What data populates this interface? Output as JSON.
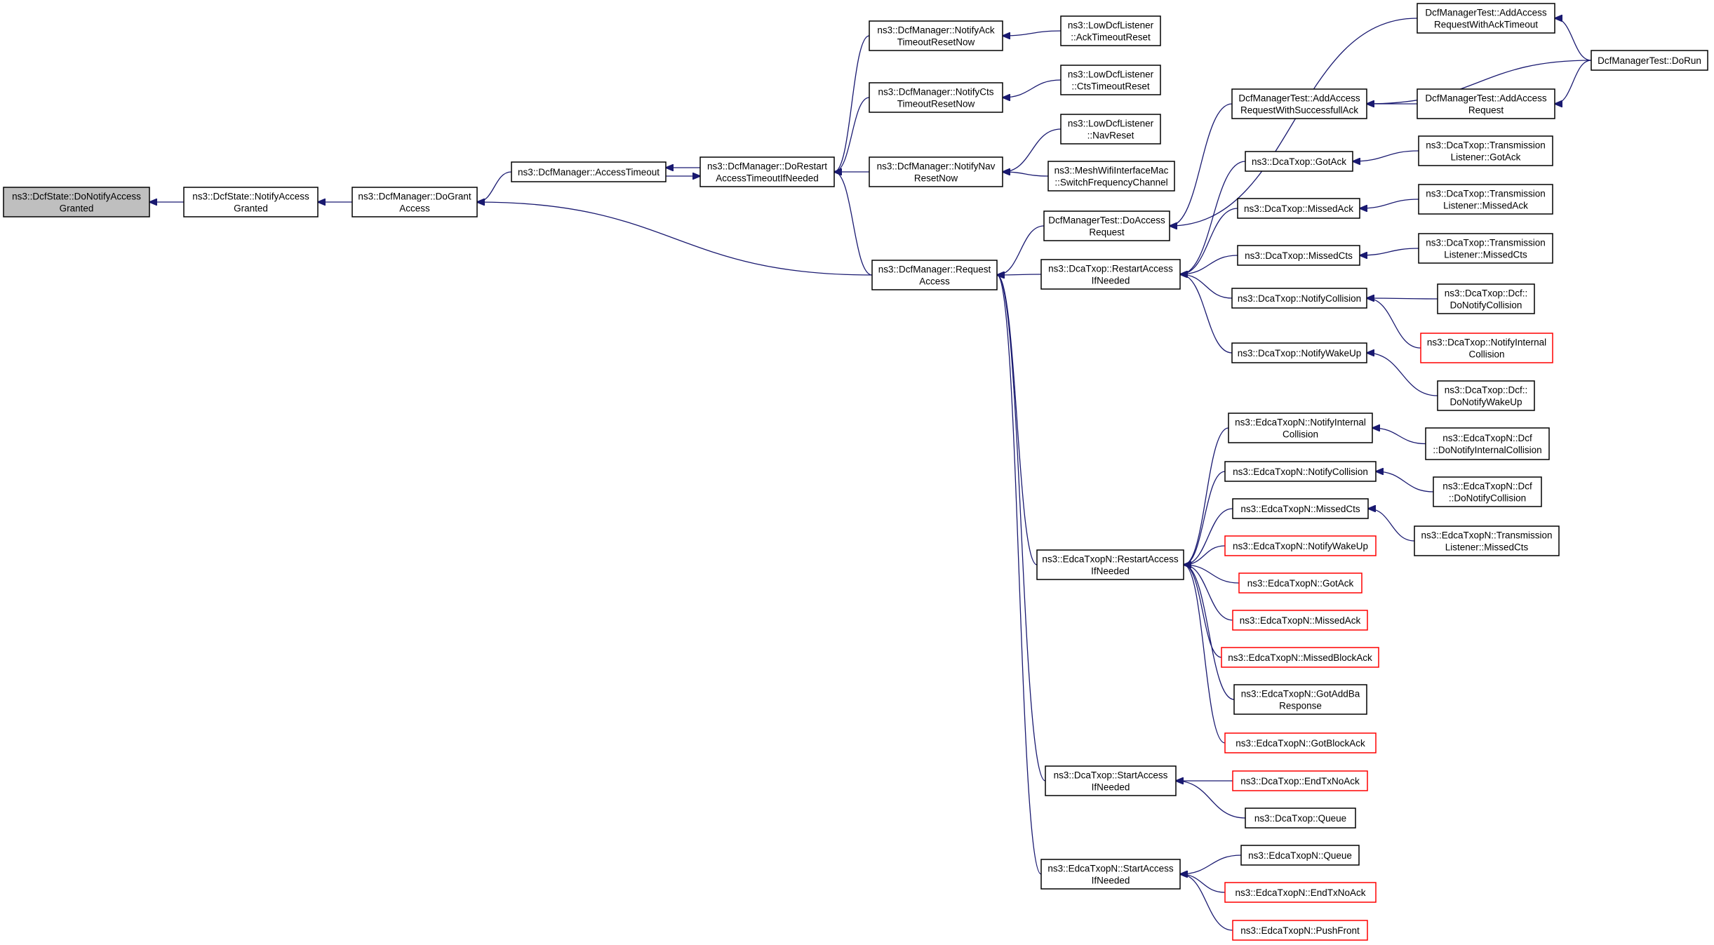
{
  "nodes": [
    {
      "id": "dcfstate_donotify",
      "lines": [
        "ns3::DcfState::DoNotifyAccess",
        "Granted"
      ],
      "style": "root"
    },
    {
      "id": "dcfstate_notify",
      "lines": [
        "ns3::DcfState::NotifyAccess",
        "Granted"
      ]
    },
    {
      "id": "dcfmanager_dogrant",
      "lines": [
        "ns3::DcfManager::DoGrant",
        "Access"
      ]
    },
    {
      "id": "dcfmanager_accesstimeout",
      "lines": [
        "ns3::DcfManager::AccessTimeout"
      ]
    },
    {
      "id": "dcfmanager_dorestart",
      "lines": [
        "ns3::DcfManager::DoRestart",
        "AccessTimeoutIfNeeded"
      ]
    },
    {
      "id": "dcfmanager_notifyack",
      "lines": [
        "ns3::DcfManager::NotifyAck",
        "TimeoutResetNow"
      ]
    },
    {
      "id": "dcfmanager_notifycts",
      "lines": [
        "ns3::DcfManager::NotifyCts",
        "TimeoutResetNow"
      ]
    },
    {
      "id": "dcfmanager_notifynav",
      "lines": [
        "ns3::DcfManager::NotifyNav",
        "ResetNow"
      ]
    },
    {
      "id": "dcfmanager_requestaccess",
      "lines": [
        "ns3::DcfManager::Request",
        "Access"
      ]
    },
    {
      "id": "lowdcf_ack",
      "lines": [
        "ns3::LowDcfListener",
        "::AckTimeoutReset"
      ]
    },
    {
      "id": "lowdcf_cts",
      "lines": [
        "ns3::LowDcfListener",
        "::CtsTimeoutReset"
      ]
    },
    {
      "id": "lowdcf_nav",
      "lines": [
        "ns3::LowDcfListener",
        "::NavReset"
      ]
    },
    {
      "id": "meshwifi_switch",
      "lines": [
        "ns3::MeshWifiInterfaceMac",
        "::SwitchFrequencyChannel"
      ]
    },
    {
      "id": "dcftest_doaccess",
      "lines": [
        "DcfManagerTest::DoAccess",
        "Request"
      ]
    },
    {
      "id": "dcftest_addsuccess",
      "lines": [
        "DcfManagerTest::AddAccess",
        "RequestWithSuccessfullAck"
      ]
    },
    {
      "id": "dcftest_addtimeout",
      "lines": [
        "DcfManagerTest::AddAccess",
        "RequestWithAckTimeout"
      ]
    },
    {
      "id": "dcftest_addrequest",
      "lines": [
        "DcfManagerTest::AddAccess",
        "Request"
      ]
    },
    {
      "id": "dcftest_dorun",
      "lines": [
        "DcfManagerTest::DoRun"
      ]
    },
    {
      "id": "dcatxop_restart",
      "lines": [
        "ns3::DcaTxop::RestartAccess",
        "IfNeeded"
      ]
    },
    {
      "id": "dcatxop_gotack",
      "lines": [
        "ns3::DcaTxop::GotAck"
      ]
    },
    {
      "id": "dcatxop_missedack",
      "lines": [
        "ns3::DcaTxop::MissedAck"
      ]
    },
    {
      "id": "dcatxop_missedcts",
      "lines": [
        "ns3::DcaTxop::MissedCts"
      ]
    },
    {
      "id": "dcatxop_notifycollision",
      "lines": [
        "ns3::DcaTxop::NotifyCollision"
      ]
    },
    {
      "id": "dcatxop_notifywakeup",
      "lines": [
        "ns3::DcaTxop::NotifyWakeUp"
      ]
    },
    {
      "id": "dcatxop_tl_gotack",
      "lines": [
        "ns3::DcaTxop::Transmission",
        "Listener::GotAck"
      ]
    },
    {
      "id": "dcatxop_tl_missedack",
      "lines": [
        "ns3::DcaTxop::Transmission",
        "Listener::MissedAck"
      ]
    },
    {
      "id": "dcatxop_tl_missedcts",
      "lines": [
        "ns3::DcaTxop::Transmission",
        "Listener::MissedCts"
      ]
    },
    {
      "id": "dcatxop_dcf_donotifycollision",
      "lines": [
        "ns3::DcaTxop::Dcf::",
        "DoNotifyCollision"
      ]
    },
    {
      "id": "dcatxop_notifyinternal",
      "lines": [
        "ns3::DcaTxop::NotifyInternal",
        "Collision"
      ],
      "style": "trunc"
    },
    {
      "id": "dcatxop_dcf_donotifywakeup",
      "lines": [
        "ns3::DcaTxop::Dcf::",
        "DoNotifyWakeUp"
      ]
    },
    {
      "id": "edca_notifyinternal",
      "lines": [
        "ns3::EdcaTxopN::NotifyInternal",
        "Collision"
      ]
    },
    {
      "id": "edca_notifycollision",
      "lines": [
        "ns3::EdcaTxopN::NotifyCollision"
      ]
    },
    {
      "id": "edca_missedcts",
      "lines": [
        "ns3::EdcaTxopN::MissedCts"
      ]
    },
    {
      "id": "edca_notifywakeup",
      "lines": [
        "ns3::EdcaTxopN::NotifyWakeUp"
      ],
      "style": "trunc"
    },
    {
      "id": "edca_gotack",
      "lines": [
        "ns3::EdcaTxopN::GotAck"
      ],
      "style": "trunc"
    },
    {
      "id": "edca_missedack",
      "lines": [
        "ns3::EdcaTxopN::MissedAck"
      ],
      "style": "trunc"
    },
    {
      "id": "edca_missedblockack",
      "lines": [
        "ns3::EdcaTxopN::MissedBlockAck"
      ],
      "style": "trunc"
    },
    {
      "id": "edca_gotaddba",
      "lines": [
        "ns3::EdcaTxopN::GotAddBa",
        "Response"
      ]
    },
    {
      "id": "edca_gotblockack",
      "lines": [
        "ns3::EdcaTxopN::GotBlockAck"
      ],
      "style": "trunc"
    },
    {
      "id": "edca_restart",
      "lines": [
        "ns3::EdcaTxopN::RestartAccess",
        "IfNeeded"
      ]
    },
    {
      "id": "edca_dcf_donotifyinternal",
      "lines": [
        "ns3::EdcaTxopN::Dcf",
        "::DoNotifyInternalCollision"
      ]
    },
    {
      "id": "edca_dcf_donotifycollision",
      "lines": [
        "ns3::EdcaTxopN::Dcf",
        "::DoNotifyCollision"
      ]
    },
    {
      "id": "edca_tl_missedcts",
      "lines": [
        "ns3::EdcaTxopN::Transmission",
        "Listener::MissedCts"
      ]
    },
    {
      "id": "dcatxop_startaccess",
      "lines": [
        "ns3::DcaTxop::StartAccess",
        "IfNeeded"
      ]
    },
    {
      "id": "dcatxop_endtxnoack",
      "lines": [
        "ns3::DcaTxop::EndTxNoAck"
      ],
      "style": "trunc"
    },
    {
      "id": "dcatxop_queue",
      "lines": [
        "ns3::DcaTxop::Queue"
      ]
    },
    {
      "id": "edca_startaccess",
      "lines": [
        "ns3::EdcaTxopN::StartAccess",
        "IfNeeded"
      ]
    },
    {
      "id": "edca_queue",
      "lines": [
        "ns3::EdcaTxopN::Queue"
      ]
    },
    {
      "id": "edca_endtxnoack",
      "lines": [
        "ns3::EdcaTxopN::EndTxNoAck"
      ],
      "style": "trunc"
    },
    {
      "id": "edca_pushfront",
      "lines": [
        "ns3::EdcaTxopN::PushFront"
      ],
      "style": "trunc"
    }
  ],
  "edges": [
    {
      "from": "dcfstate_notify",
      "to": "dcfstate_donotify"
    },
    {
      "from": "dcfmanager_dogrant",
      "to": "dcfstate_notify"
    },
    {
      "from": "dcfmanager_accesstimeout",
      "to": "dcfmanager_dogrant"
    },
    {
      "from": "dcfmanager_requestaccess",
      "to": "dcfmanager_dogrant"
    },
    {
      "from": "dcfmanager_dorestart",
      "to": "dcfmanager_accesstimeout"
    },
    {
      "from": "dcfmanager_accesstimeout",
      "to": "dcfmanager_dorestart"
    },
    {
      "from": "dcfmanager_notifyack",
      "to": "dcfmanager_dorestart"
    },
    {
      "from": "dcfmanager_notifycts",
      "to": "dcfmanager_dorestart"
    },
    {
      "from": "dcfmanager_notifynav",
      "to": "dcfmanager_dorestart"
    },
    {
      "from": "dcfmanager_requestaccess",
      "to": "dcfmanager_dorestart"
    },
    {
      "from": "lowdcf_ack",
      "to": "dcfmanager_notifyack"
    },
    {
      "from": "lowdcf_cts",
      "to": "dcfmanager_notifycts"
    },
    {
      "from": "lowdcf_nav",
      "to": "dcfmanager_notifynav"
    },
    {
      "from": "meshwifi_switch",
      "to": "dcfmanager_notifynav"
    },
    {
      "from": "dcftest_doaccess",
      "to": "dcfmanager_requestaccess"
    },
    {
      "from": "dcatxop_restart",
      "to": "dcfmanager_requestaccess"
    },
    {
      "from": "edca_restart",
      "to": "dcfmanager_requestaccess"
    },
    {
      "from": "dcatxop_startaccess",
      "to": "dcfmanager_requestaccess"
    },
    {
      "from": "edca_startaccess",
      "to": "dcfmanager_requestaccess"
    },
    {
      "from": "dcftest_addtimeout",
      "to": "dcftest_doaccess"
    },
    {
      "from": "dcftest_addsuccess",
      "to": "dcftest_doaccess"
    },
    {
      "from": "dcftest_dorun",
      "to": "dcftest_addtimeout"
    },
    {
      "from": "dcftest_dorun",
      "to": "dcftest_addsuccess"
    },
    {
      "from": "dcftest_addrequest",
      "to": "dcftest_addsuccess"
    },
    {
      "from": "dcftest_dorun",
      "to": "dcftest_addrequest"
    },
    {
      "from": "dcatxop_gotack",
      "to": "dcatxop_restart"
    },
    {
      "from": "dcatxop_missedack",
      "to": "dcatxop_restart"
    },
    {
      "from": "dcatxop_missedcts",
      "to": "dcatxop_restart"
    },
    {
      "from": "dcatxop_notifycollision",
      "to": "dcatxop_restart"
    },
    {
      "from": "dcatxop_notifywakeup",
      "to": "dcatxop_restart"
    },
    {
      "from": "dcatxop_tl_gotack",
      "to": "dcatxop_gotack"
    },
    {
      "from": "dcatxop_tl_missedack",
      "to": "dcatxop_missedack"
    },
    {
      "from": "dcatxop_tl_missedcts",
      "to": "dcatxop_missedcts"
    },
    {
      "from": "dcatxop_dcf_donotifycollision",
      "to": "dcatxop_notifycollision"
    },
    {
      "from": "dcatxop_notifyinternal",
      "to": "dcatxop_notifycollision"
    },
    {
      "from": "dcatxop_dcf_donotifywakeup",
      "to": "dcatxop_notifywakeup"
    },
    {
      "from": "edca_notifyinternal",
      "to": "edca_restart"
    },
    {
      "from": "edca_notifycollision",
      "to": "edca_restart"
    },
    {
      "from": "edca_missedcts",
      "to": "edca_restart"
    },
    {
      "from": "edca_notifywakeup",
      "to": "edca_restart"
    },
    {
      "from": "edca_gotack",
      "to": "edca_restart"
    },
    {
      "from": "edca_missedack",
      "to": "edca_restart"
    },
    {
      "from": "edca_missedblockack",
      "to": "edca_restart"
    },
    {
      "from": "edca_gotaddba",
      "to": "edca_restart"
    },
    {
      "from": "edca_gotblockack",
      "to": "edca_restart"
    },
    {
      "from": "edca_dcf_donotifyinternal",
      "to": "edca_notifyinternal"
    },
    {
      "from": "edca_dcf_donotifycollision",
      "to": "edca_notifycollision"
    },
    {
      "from": "edca_tl_missedcts",
      "to": "edca_missedcts"
    },
    {
      "from": "dcatxop_endtxnoack",
      "to": "dcatxop_startaccess"
    },
    {
      "from": "dcatxop_queue",
      "to": "dcatxop_startaccess"
    },
    {
      "from": "edca_queue",
      "to": "edca_startaccess"
    },
    {
      "from": "edca_endtxnoack",
      "to": "edca_startaccess"
    },
    {
      "from": "edca_pushfront",
      "to": "edca_startaccess"
    }
  ],
  "colors": {
    "edge": "#191970",
    "root_fill": "#bfbfbf",
    "border": "#000000",
    "truncated_border": "#ff0000",
    "background": "#ffffff"
  }
}
